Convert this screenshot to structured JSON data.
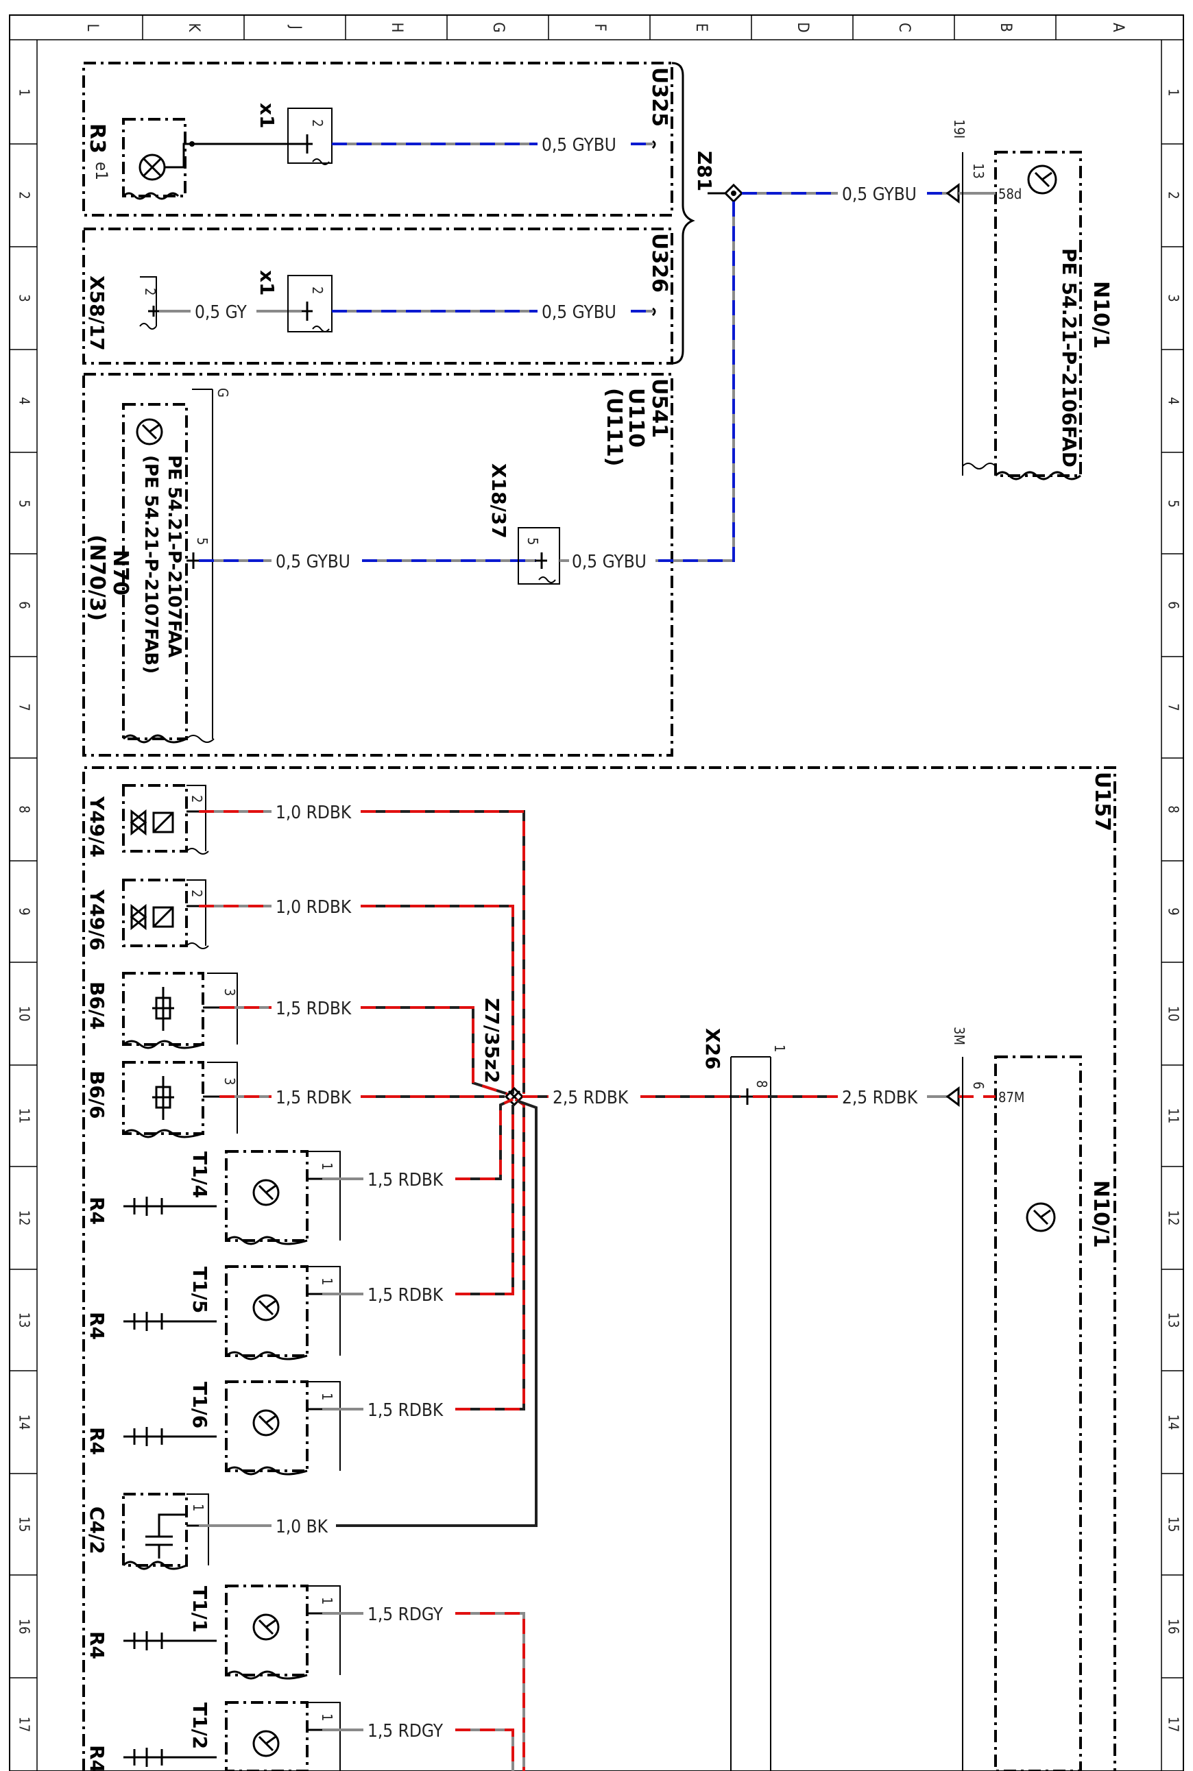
{
  "border": {
    "col_letters": [
      "L",
      "K",
      "J",
      "H",
      "G",
      "F",
      "E",
      "D",
      "C",
      "B",
      "A"
    ],
    "row_numbers": [
      "1",
      "2",
      "3",
      "4",
      "5",
      "6",
      "7",
      "8",
      "9",
      "10",
      "11",
      "12",
      "13",
      "14",
      "15",
      "16",
      "17"
    ]
  },
  "blocks": {
    "u325": "U325",
    "u326": "U326",
    "u541": "U541",
    "u110": "U110",
    "u111": "(U111)",
    "u157": "U157"
  },
  "components": {
    "r3": "R3",
    "r3_e1": "e1",
    "x1_top": "x1",
    "x1_mid": "x1",
    "x58": "X58/17",
    "z81": "Z81",
    "n10_top": "N10/1",
    "n10_top_pe": "PE 54.21-P-2106FAD",
    "n10_top_pin": "13",
    "n10_top_pinref": "19I",
    "n10_top_pinlabel": "58d",
    "n70": "N70",
    "n70_alt": "(N70/3)",
    "n70_pe1": "PE 54.21-P-2107FAA",
    "n70_pe2": "(PE 54.21-P-2107FAB)",
    "n70_pin": "5",
    "n70_g": "G",
    "x18": "X18/37",
    "x18_pin": "5",
    "y494": "Y49/4",
    "y496": "Y49/6",
    "b64": "B6/4",
    "b66": "B6/6",
    "z7": "Z7/35z2",
    "x26": "X26",
    "x26_pin": "8",
    "x26_ref": "1",
    "n10_bot": "N10/1",
    "n10_bot_pin": "6",
    "n10_bot_pinref": "3M",
    "n10_bot_pinlabel": "87M",
    "t14": "T1/4",
    "t15": "T1/5",
    "t16": "T1/6",
    "t11": "T1/1",
    "t12": "T1/2",
    "r4a": "R4",
    "r4b": "R4",
    "r4c": "R4",
    "r4d": "R4",
    "r4e": "R4",
    "c42": "C4/2",
    "pin_2a": "2",
    "pin_2b": "2",
    "pin_2c": "2",
    "pin_2d": "2",
    "pin_2e": "2",
    "pin_3a": "3",
    "pin_3b": "3",
    "pin_1a": "1",
    "pin_1b": "1",
    "pin_1c": "1",
    "pin_1d": "1",
    "pin_1e": "1",
    "pin_1f": "1"
  },
  "wires": {
    "w1": "0,5 GYBU",
    "w2": "0,5 GYBU",
    "w3": "0,5 GY",
    "w4": "0,5 GYBU",
    "w5": "0,5 GYBU",
    "w6": "0,5 GYBU",
    "y494": "1,0 RDBK",
    "y496": "1,0 RDBK",
    "b64": "1,5 RDBK",
    "b66": "1,5 RDBK",
    "z7_out": "2,5 RDBK",
    "n10_in": "2,5 RDBK",
    "t14": "1,5 RDBK",
    "t15": "1,5 RDBK",
    "t16": "1,5 RDBK",
    "c42": "1,0 BK",
    "t11": "1,5 RDGY",
    "t12": "1,5 RDGY"
  },
  "colors": {
    "grey_wire": "#8a8a8a",
    "blue_dash": "#0a1ad0",
    "red_dash": "#e01010",
    "black_wire": "#202020"
  }
}
